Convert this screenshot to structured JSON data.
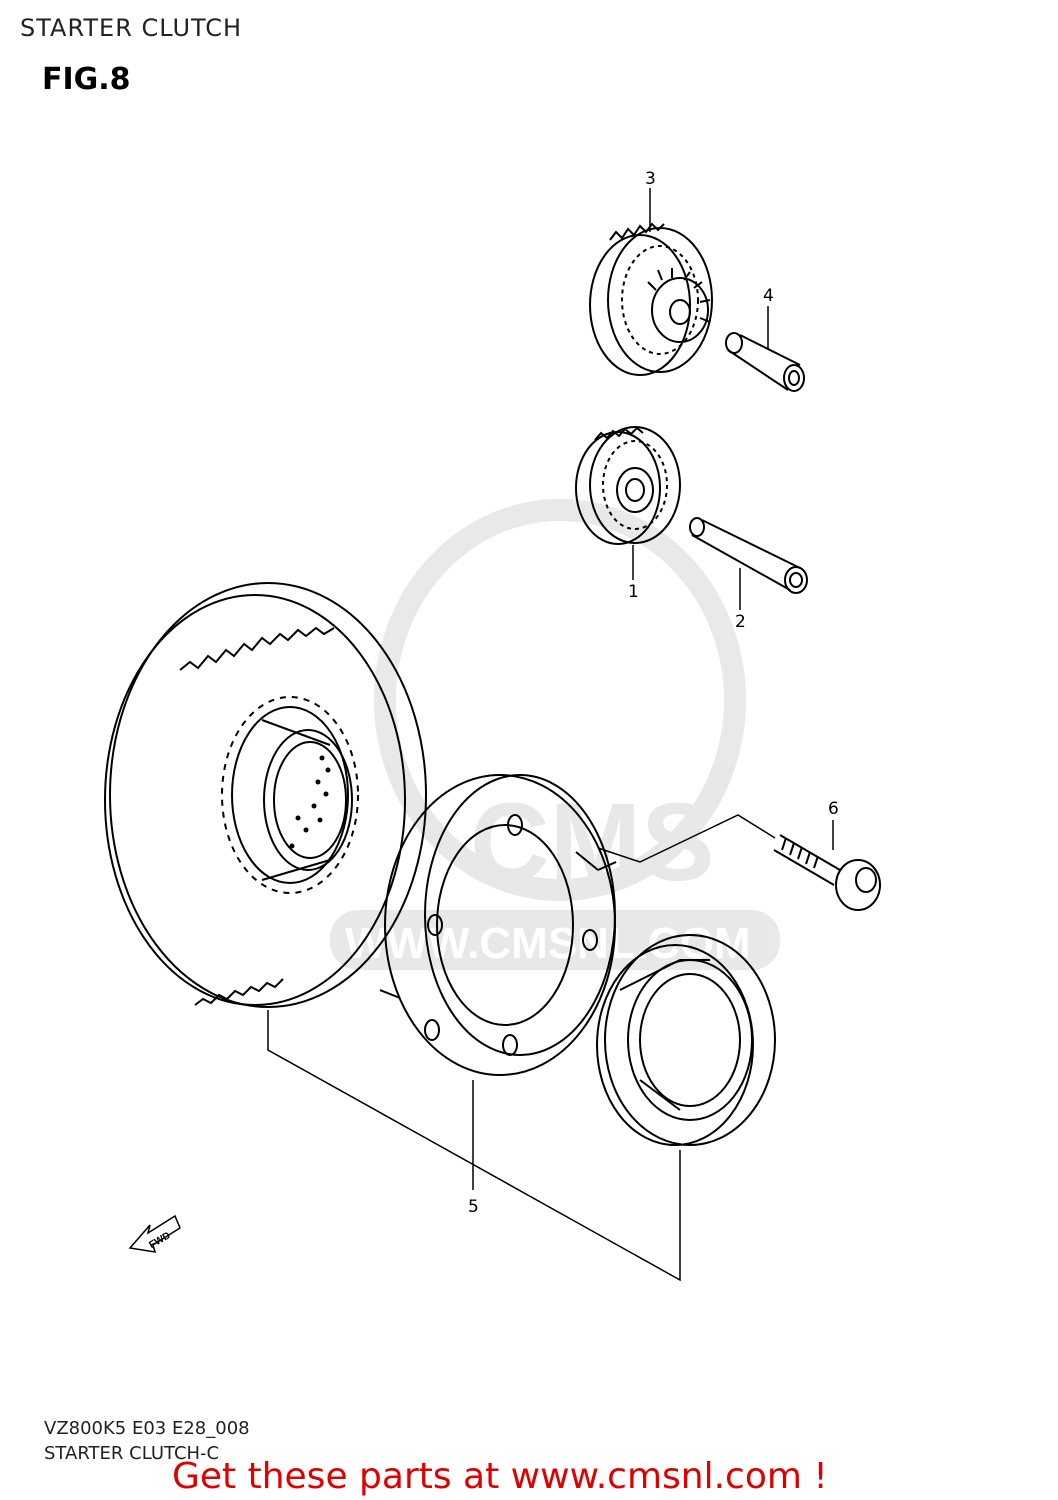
{
  "header": {
    "title": "STARTER CLUTCH",
    "figure": "FIG.8"
  },
  "callouts": [
    {
      "id": "3",
      "label": "3"
    },
    {
      "id": "4",
      "label": "4"
    },
    {
      "id": "1",
      "label": "1"
    },
    {
      "id": "2",
      "label": "2"
    },
    {
      "id": "6",
      "label": "6"
    },
    {
      "id": "5",
      "label": "5"
    }
  ],
  "direction_arrow": {
    "text": "FWD"
  },
  "footer": {
    "code": "VZ800K5 E03 E28_008",
    "name": "STARTER CLUTCH-C"
  },
  "promo": {
    "text": "Get these parts at www.cmsnl.com !",
    "color": "#e00000"
  },
  "watermark": {
    "text": "CMS",
    "url": "WWW.CMSNL.COM"
  }
}
